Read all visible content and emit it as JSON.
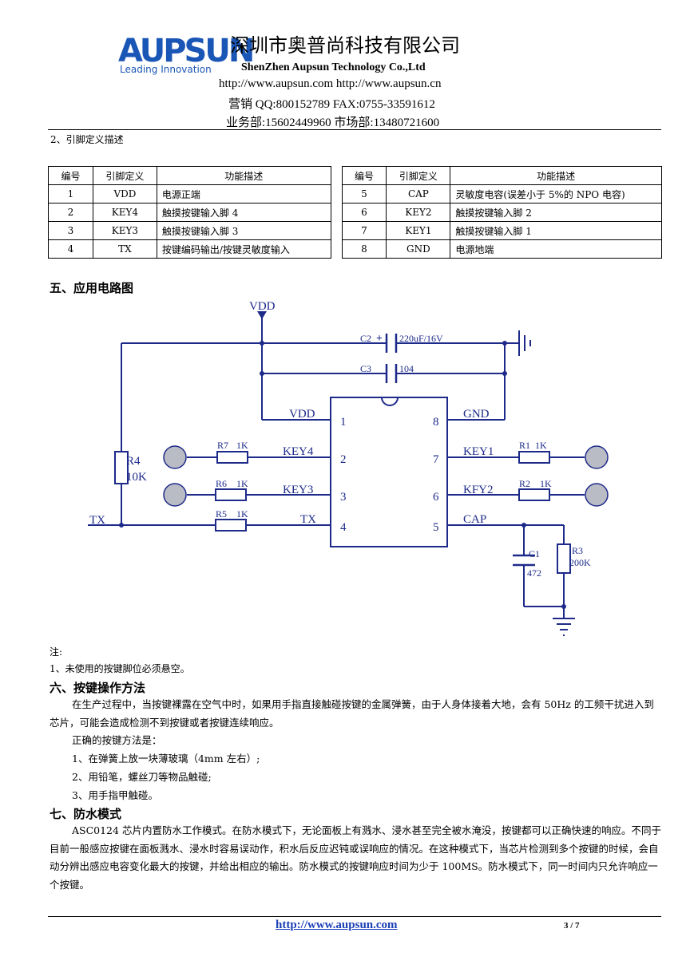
{
  "header": {
    "logo_text": "AUPSUN",
    "logo_tagline": "Leading  Innovation",
    "company_cn": "深圳市奥普尚科技有限公司",
    "company_en": "ShenZhen Aupsun Technology Co.,Ltd",
    "urls": "http://www.aupsun.com    http://www.aupsun.cn",
    "contact1": "营销 QQ:800152789    FAX:0755-33591612",
    "contact2": "业务部:15602449960    市场部:13480721600"
  },
  "section2": {
    "title": "2、引脚定义描述",
    "headers": [
      "编号",
      "引脚定义",
      "功能描述"
    ],
    "rows_left": [
      {
        "no": "1",
        "pin": "VDD",
        "desc": "电源正端"
      },
      {
        "no": "2",
        "pin": "KEY4",
        "desc": "触摸按键输入脚 4"
      },
      {
        "no": "3",
        "pin": "KEY3",
        "desc": "触摸按键输入脚 3"
      },
      {
        "no": "4",
        "pin": "TX",
        "desc": "按键编码输出/按键灵敏度输入"
      }
    ],
    "rows_right": [
      {
        "no": "5",
        "pin": "CAP",
        "desc": "灵敏度电容(误差小于 5%的 NPO 电容)"
      },
      {
        "no": "6",
        "pin": "KEY2",
        "desc": "触摸按键输入脚 2"
      },
      {
        "no": "7",
        "pin": "KEY1",
        "desc": "触摸按键输入脚 1"
      },
      {
        "no": "8",
        "pin": "GND",
        "desc": "电源地端"
      }
    ]
  },
  "section5": {
    "title": "五、应用电路图",
    "circuit": {
      "vdd": "VDD",
      "c2": "C2",
      "c2_value": "220uF/16V",
      "c3": "C3",
      "c3_value": "104",
      "r4": "R4",
      "r4_value": "10K",
      "tx": "TX",
      "r7": "R7",
      "r7_value": "1K",
      "r6": "R6",
      "r6_value": "1K",
      "r5": "R5",
      "r5_value": "1K",
      "r1": "R1",
      "r1_value": "1K",
      "r2": "R2",
      "r2_value": "1K",
      "c1": "C1",
      "c1_value": "472",
      "r3": "R3",
      "r3_value": "200K",
      "pins_left": [
        {
          "name": "VDD",
          "num": "1"
        },
        {
          "name": "KEY4",
          "num": "2"
        },
        {
          "name": "KEY3",
          "num": "3"
        },
        {
          "name": "TX",
          "num": "4"
        }
      ],
      "pins_right": [
        {
          "name": "GND",
          "num": "8"
        },
        {
          "name": "KEY1",
          "num": "7"
        },
        {
          "name": "KFY2",
          "num": "6"
        },
        {
          "name": "CAP",
          "num": "5"
        }
      ]
    }
  },
  "notes": {
    "label": "注:",
    "item1": "1、未使用的按键脚位必须悬空。"
  },
  "section6": {
    "title": "六、按键操作方法",
    "para": "在生产过程中，当按键裸露在空气中时，如果用手指直接触碰按键的金属弹簧，由于人身体接着大地，会有 50Hz 的工频干扰进入到芯片，可能会造成检测不到按键或者按键连续响应。",
    "intro": "正确的按键方法是：",
    "items": [
      "1、在弹簧上放一块薄玻璃（4mm 左右）;",
      "2、用铅笔，螺丝刀等物品触碰;",
      "3、用手指甲触碰。"
    ]
  },
  "section7": {
    "title": "七、防水模式",
    "para": "ASC0124 芯片内置防水工作模式。在防水模式下，无论面板上有溅水、浸水甚至完全被水淹没，按键都可以正确快速的响应。不同于目前一般感应按键在面板溅水、浸水时容易误动作，积水后反应迟钝或误响应的情况。在这种模式下，当芯片检测到多个按键的时候，会自动分辨出感应电容变化最大的按键，并给出相应的输出。防水模式的按键响应时间为少于 100MS。防水模式下，同一时间内只允许响应一个按键。"
  },
  "footer": {
    "url": "http://www.aupsun.com",
    "page": "3 / 7"
  }
}
